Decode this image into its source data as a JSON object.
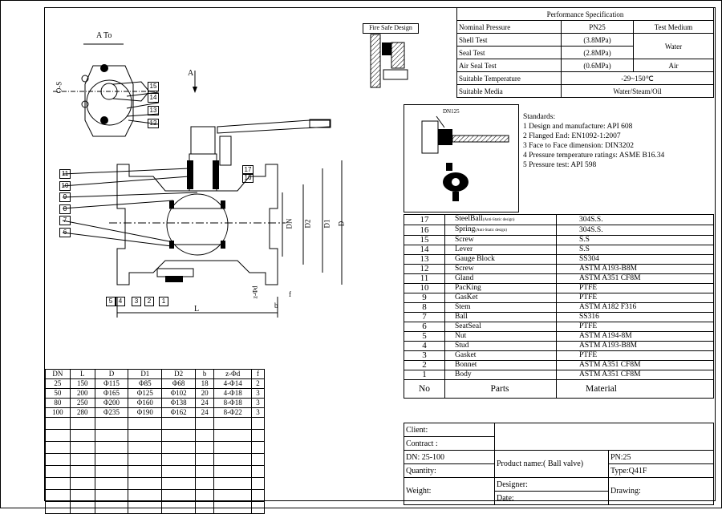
{
  "performance": {
    "title": "Performance Specification",
    "rows": [
      {
        "label": "Nominal Pressure",
        "value": "PN25",
        "medium": "Test Medium"
      },
      {
        "label": "Shell Test",
        "value": "(3.8MPa)",
        "medium": "Water"
      },
      {
        "label": "Seal Test",
        "value": "(2.8MPa)",
        "medium": ""
      },
      {
        "label": "Air Seal Test",
        "value": "(0.6MPa)",
        "medium": "Air"
      },
      {
        "label": "Suitable Temperature",
        "value": "-29~150℃"
      },
      {
        "label": "Suitable Media",
        "value": "Water/Steam/Oil"
      }
    ]
  },
  "fire_safe_label": "Fire Safe Design",
  "detail_label": "DN125",
  "standards": {
    "title": "Standards:",
    "items": [
      "1 Design and manufacture: API 608",
      "2 Flanged End: EN1092-1:2007",
      "3 Face to Face dimension: DIN3202",
      "4 Pressure temperature ratings: ASME B16.34",
      "5 Pressure test: API 598"
    ]
  },
  "drawing_labels": {
    "a_to": "A To",
    "a": "A",
    "o_s": "O-S",
    "dn": "DN",
    "d2": "D2",
    "d1": "D1",
    "d": "D",
    "z_d": "z-Φd",
    "f": "f",
    "b": "b",
    "l": "L",
    "callouts": [
      "15",
      "14",
      "13",
      "12",
      "11",
      "10",
      "9",
      "8",
      "7",
      "6",
      "17",
      "16",
      "5",
      "4",
      "3",
      "2",
      "1"
    ]
  },
  "dimensions": {
    "headers": [
      "DN",
      "L",
      "D",
      "D1",
      "D2",
      "b",
      "z-Φd",
      "f"
    ],
    "rows": [
      [
        "25",
        "150",
        "Φ115",
        "Φ85",
        "Φ68",
        "18",
        "4-Φ14",
        "2"
      ],
      [
        "50",
        "200",
        "Φ165",
        "Φ125",
        "Φ102",
        "20",
        "4-Φ18",
        "3"
      ],
      [
        "80",
        "250",
        "Φ200",
        "Φ160",
        "Φ138",
        "24",
        "8-Φ18",
        "3"
      ],
      [
        "100",
        "280",
        "Φ235",
        "Φ190",
        "Φ162",
        "24",
        "8-Φ22",
        "3"
      ]
    ]
  },
  "parts": {
    "headers": {
      "no": "No",
      "parts": "Parts",
      "material": "Material"
    },
    "rows": [
      {
        "no": "17",
        "part": "SteelBall",
        "note": "(Anti-Static design)",
        "material": "304S.S."
      },
      {
        "no": "16",
        "part": "Spring",
        "note": "(Anti-Static design)",
        "material": "304S.S."
      },
      {
        "no": "15",
        "part": "Screw",
        "note": "",
        "material": "S.S"
      },
      {
        "no": "14",
        "part": "Lever",
        "note": "",
        "material": "S.S"
      },
      {
        "no": "13",
        "part": "Gauge Block",
        "note": "",
        "material": "SS304"
      },
      {
        "no": "12",
        "part": "Screw",
        "note": "",
        "material": "ASTM A193-B8M"
      },
      {
        "no": "11",
        "part": "Gland",
        "note": "",
        "material": "ASTM A351 CF8M"
      },
      {
        "no": "10",
        "part": "PacKing",
        "note": "",
        "material": "PTFE"
      },
      {
        "no": "9",
        "part": "GasKet",
        "note": "",
        "material": "PTFE"
      },
      {
        "no": "8",
        "part": "Stem",
        "note": "",
        "material": "ASTM A182 F316"
      },
      {
        "no": "7",
        "part": "Ball",
        "note": "",
        "material": "SS316"
      },
      {
        "no": "6",
        "part": "SeatSeal",
        "note": "",
        "material": "PTFE"
      },
      {
        "no": "5",
        "part": "Nut",
        "note": "",
        "material": "ASTM A194-8M"
      },
      {
        "no": "4",
        "part": "Stud",
        "note": "",
        "material": "ASTM A193-B8M"
      },
      {
        "no": "3",
        "part": "Gasket",
        "note": "",
        "material": "PTFE"
      },
      {
        "no": "2",
        "part": "Bonnet",
        "note": "",
        "material": "ASTM A351 CF8M"
      },
      {
        "no": "1",
        "part": "Body",
        "note": "",
        "material": "ASTM A351 CF8M"
      }
    ]
  },
  "title_block": {
    "client": "Client:",
    "contract": "Contract :",
    "dn": "DN: 25-100",
    "quantity": "Quantity:",
    "weight": "Weight:",
    "product_name": "Product name:( Ball valve)",
    "designer": "Designer:",
    "date": "Date:",
    "pn": "PN:25",
    "type": "Type:Q41F",
    "drawing": "Drawing:"
  }
}
